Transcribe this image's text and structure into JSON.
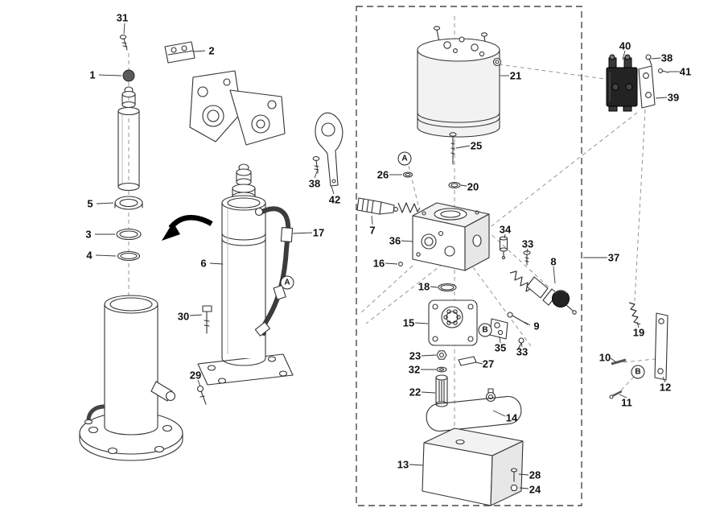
{
  "colors": {
    "background": "#ffffff",
    "line": "#333333",
    "dark_fill": "#232323"
  },
  "callouts": [
    {
      "label": "31"
    },
    {
      "label": "2"
    },
    {
      "label": "1"
    },
    {
      "label": "5"
    },
    {
      "label": "3"
    },
    {
      "label": "4"
    },
    {
      "label": "6"
    },
    {
      "label": "30"
    },
    {
      "label": "29"
    },
    {
      "label": "17"
    },
    {
      "label": "38"
    },
    {
      "label": "42"
    },
    {
      "label": "26"
    },
    {
      "label": "7"
    },
    {
      "label": "36"
    },
    {
      "label": "16"
    },
    {
      "label": "18"
    },
    {
      "label": "15"
    },
    {
      "label": "23"
    },
    {
      "label": "32"
    },
    {
      "label": "22"
    },
    {
      "label": "13"
    },
    {
      "label": "21"
    },
    {
      "label": "25"
    },
    {
      "label": "20"
    },
    {
      "label": "34"
    },
    {
      "label": "33"
    },
    {
      "label": "8"
    },
    {
      "label": "9"
    },
    {
      "label": "35"
    },
    {
      "label": "33"
    },
    {
      "label": "27"
    },
    {
      "label": "14"
    },
    {
      "label": "28"
    },
    {
      "label": "24"
    },
    {
      "label": "40"
    },
    {
      "label": "38"
    },
    {
      "label": "41"
    },
    {
      "label": "39"
    },
    {
      "label": "37"
    },
    {
      "label": "19"
    },
    {
      "label": "10"
    },
    {
      "label": "11"
    },
    {
      "label": "12"
    }
  ],
  "balloons": [
    {
      "label": "A"
    },
    {
      "label": "A"
    },
    {
      "label": "B"
    },
    {
      "label": "B"
    }
  ]
}
